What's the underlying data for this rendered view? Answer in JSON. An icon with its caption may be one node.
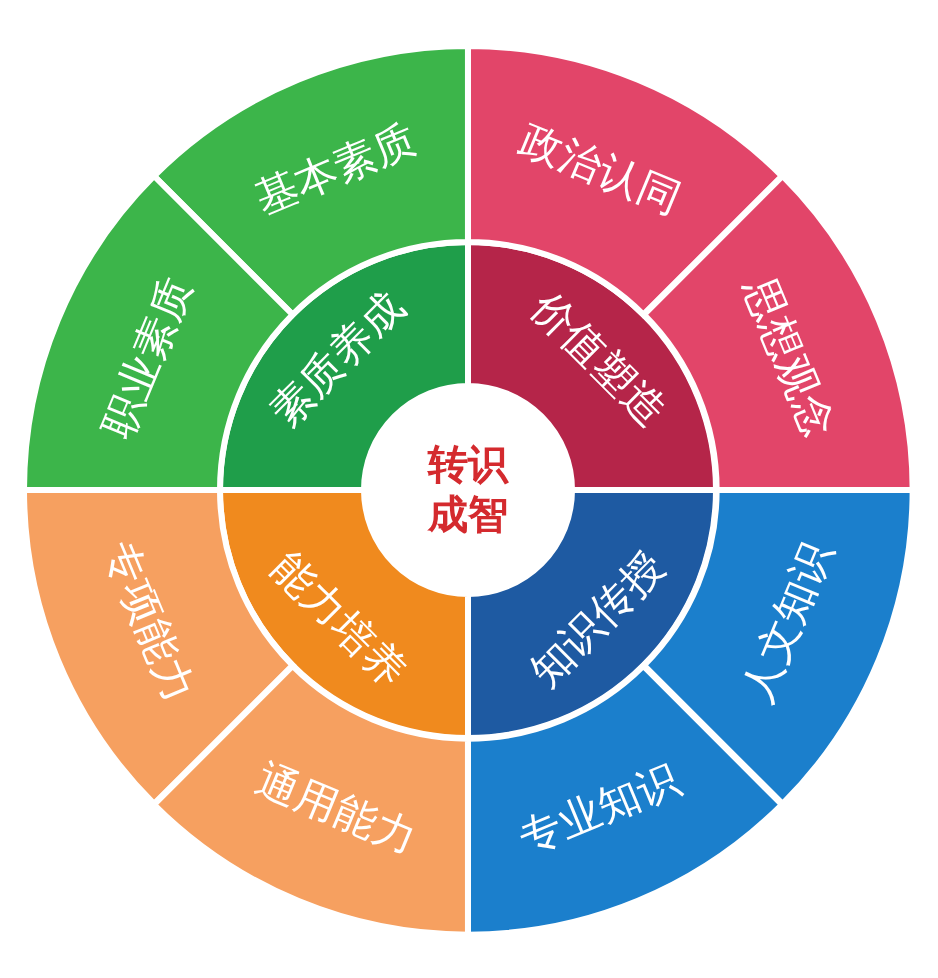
{
  "diagram": {
    "nodes": [
      {
        "text": [
          "转识成智"
        ]
      },
      {
        "text": [
          "素质养成"
        ]
      },
      {
        "text": [
          "基本素质"
        ]
      },
      {
        "text": [
          "职业素质"
        ]
      },
      {
        "text": [
          "价值塑造"
        ]
      },
      {
        "text": [
          "政治认同"
        ]
      },
      {
        "text": [
          "思想观念"
        ]
      },
      {
        "text": [
          "知识传授"
        ]
      },
      {
        "text": [
          "人文知识"
        ]
      },
      {
        "text": [
          "专业知识"
        ]
      },
      {
        "text": [
          "能力培养"
        ]
      },
      {
        "text": [
          "专项能力"
        ]
      },
      {
        "text": [
          "通用能力"
        ]
      }
    ]
  }
}
